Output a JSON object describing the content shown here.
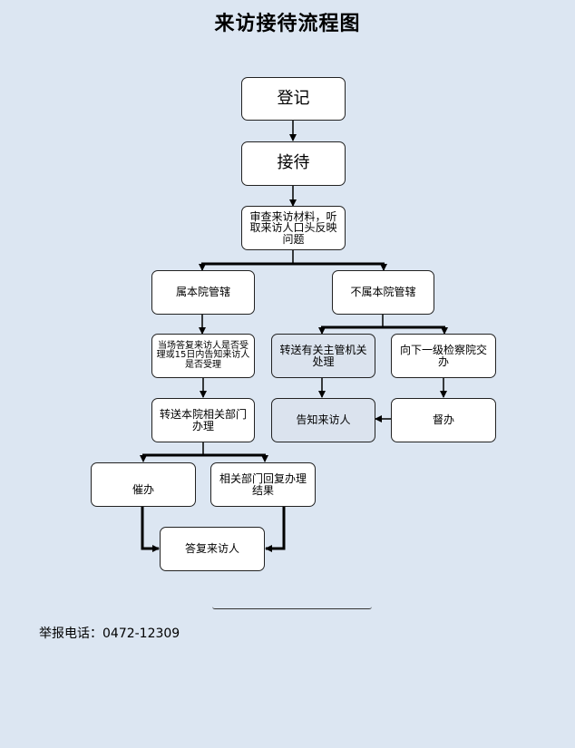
{
  "title": "来访接待流程图",
  "nodes": {
    "register": "登记",
    "reception": "接待",
    "review": "审查来访材料，听取来访人口头反映问题",
    "under_jurisdiction": "属本院管辖",
    "not_under_jurisdiction": "不属本院管辖",
    "decide_accept": "当场答复来访人是否受理或15日内告知来访人是否受理",
    "transfer_authority": "转送有关主管机关处理",
    "refer_lower": "向下一级检察院交办",
    "transfer_dept": "转送本院相关部门办理",
    "notify_visitor": "告知来访人",
    "supervise_right": "督办",
    "supervise_left": "催办",
    "dept_reply": "相关部门回复办理结果",
    "reply_visitor": "答复来访人"
  },
  "footer": {
    "hotline": "举报电话：0472-12309"
  }
}
